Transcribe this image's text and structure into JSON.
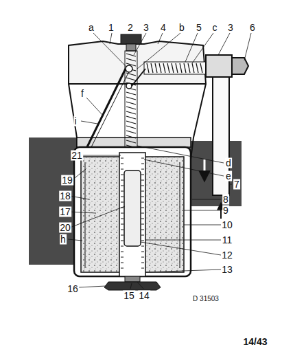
{
  "diagram": {
    "labels": [
      "a",
      "1",
      "2",
      "3",
      "4",
      "b",
      "5",
      "c",
      "3",
      "6",
      "f",
      "i",
      "21",
      "d",
      "e",
      "19",
      "18",
      "17",
      "20",
      "h",
      "7",
      "8",
      "9",
      "10",
      "11",
      "12",
      "13",
      "16",
      "15",
      "14",
      "D 31503",
      "14/43"
    ]
  }
}
